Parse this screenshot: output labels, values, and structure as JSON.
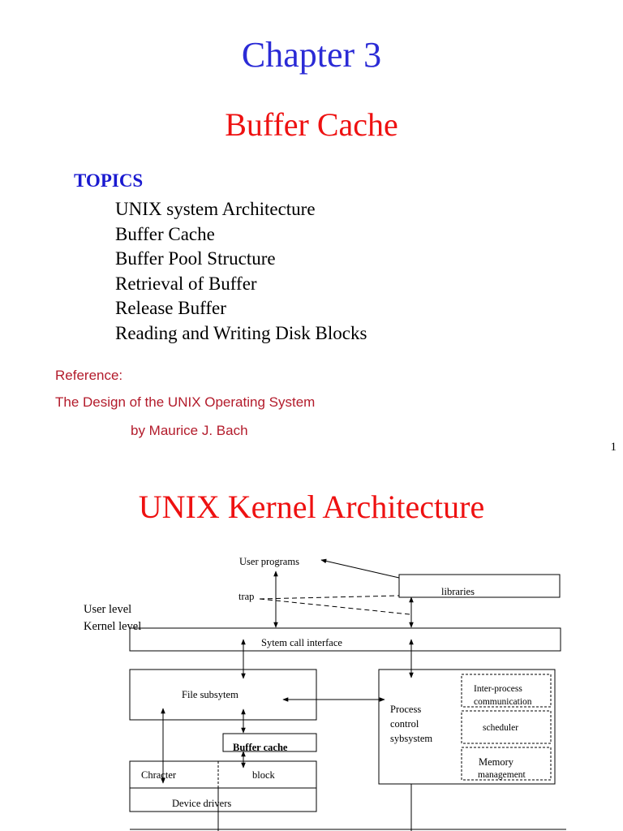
{
  "slide1": {
    "title": "Chapter 3",
    "subtitle": "Buffer Cache",
    "topics_heading": "TOPICS",
    "topics": [
      "UNIX system Architecture",
      "Buffer Cache",
      "Buffer Pool Structure",
      "Retrieval of Buffer",
      "Release Buffer",
      "Reading and Writing  Disk Blocks"
    ],
    "reference_label": "Reference:",
    "reference_title": "The Design of the UNIX Operating System",
    "reference_author": "by Maurice J. Bach",
    "page_number": "1"
  },
  "slide2": {
    "title": "UNIX Kernel Architecture",
    "diagram": {
      "user_programs": "User programs",
      "libraries": "libraries",
      "trap": "trap",
      "user_level": "User level",
      "kernel_level": "Kernel level",
      "system_call_interface": "Sytem call interface",
      "file_subsystem": "File subsytem",
      "buffer_cache": "Buffer cache",
      "character": "Chracter",
      "block": "block",
      "device_drivers": "Device  drivers",
      "process_control": [
        "Process",
        "control",
        "sybsystem"
      ],
      "ipc": [
        "Inter-process",
        "communication"
      ],
      "scheduler": "scheduler",
      "memory_management": [
        "Memory",
        "management"
      ]
    },
    "colors": {
      "chapter_title": "#2b2bd6",
      "slide_title": "#ee1111",
      "topics_heading": "#1a1ad0",
      "reference": "#b31b2b"
    }
  }
}
